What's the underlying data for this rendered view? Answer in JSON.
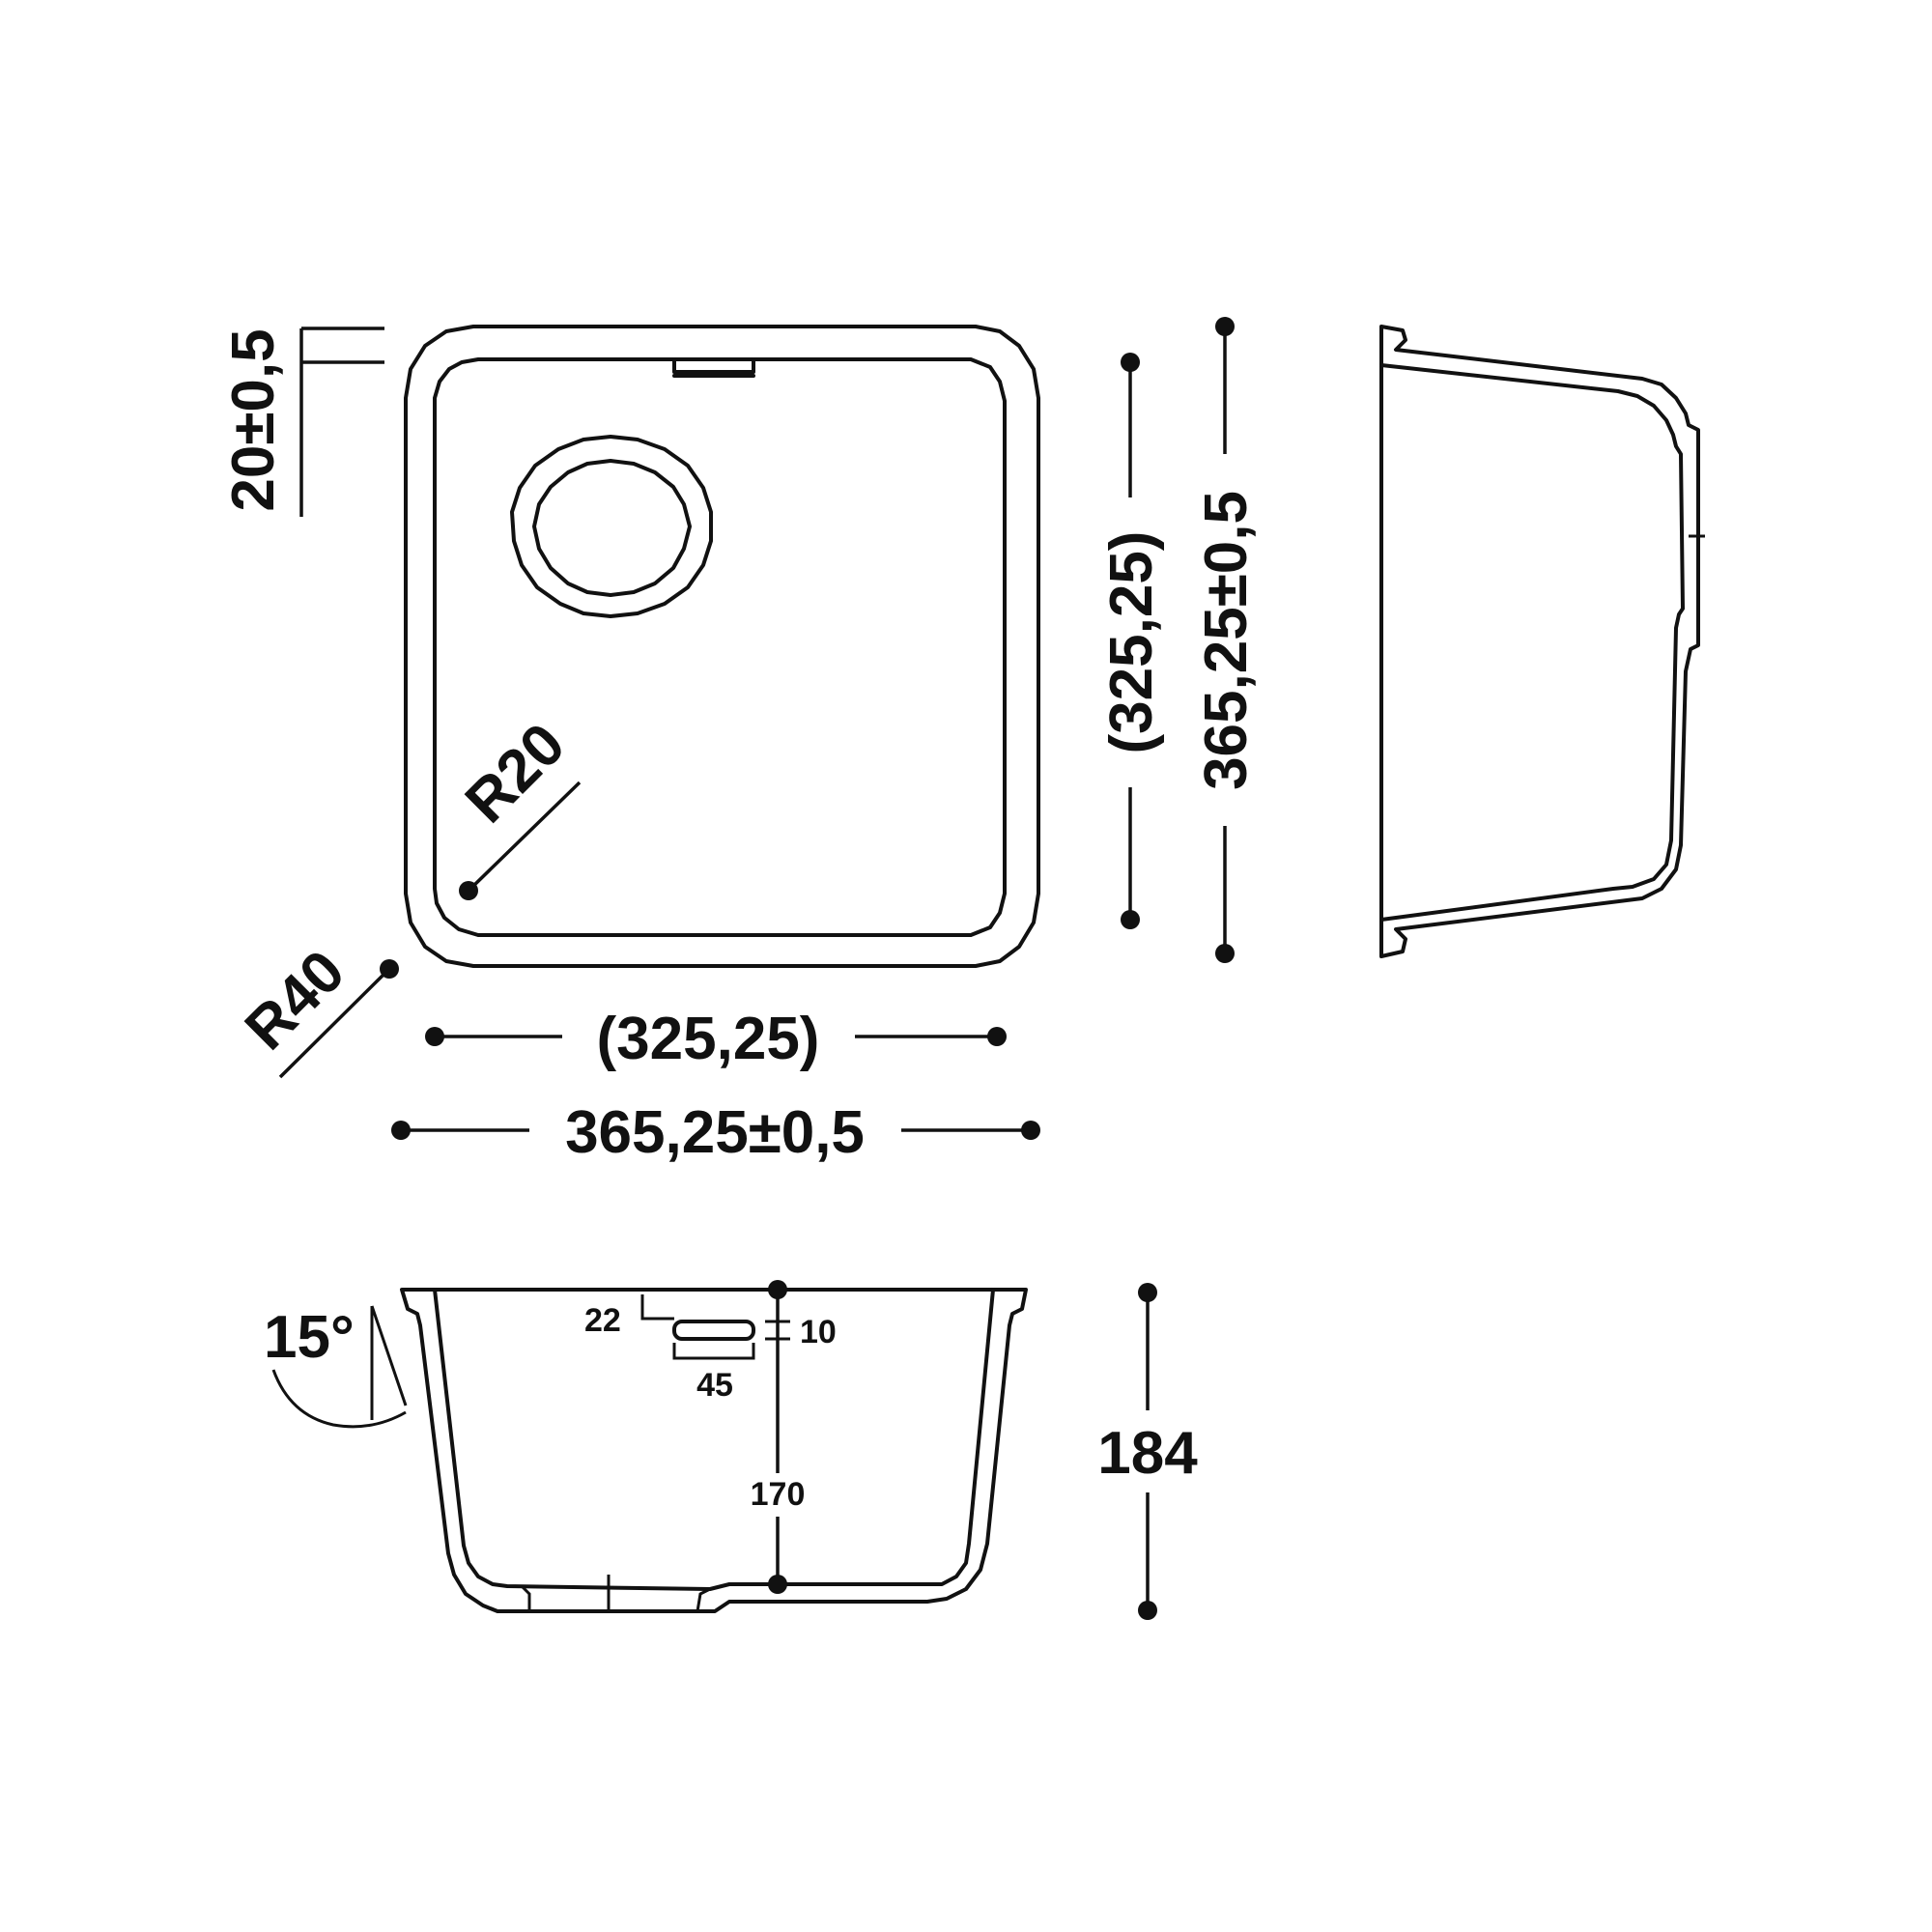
{
  "labels": {
    "rim_thickness": "20±0,5",
    "inner_width": "(325,25)",
    "outer_width": "365,25±0,5",
    "inner_depth": "(325,25)",
    "outer_depth": "365,25±0,5",
    "inner_radius": "R20",
    "outer_radius": "R40",
    "wall_angle": "15°",
    "overall_height": "184",
    "bowl_depth": "170",
    "overflow_offset": "22",
    "overflow_height": "10",
    "overflow_length": "45"
  },
  "colors": {
    "line": "#111111",
    "background": "#ffffff"
  }
}
